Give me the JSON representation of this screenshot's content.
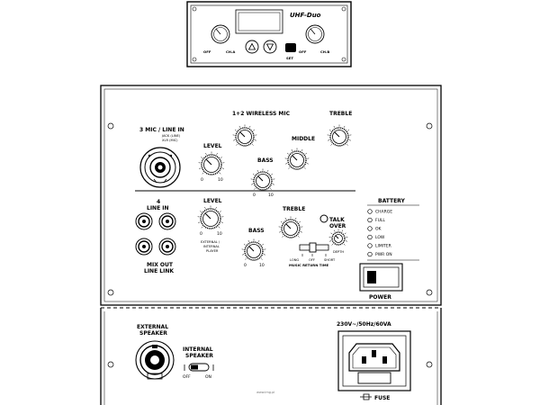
{
  "receiver": {
    "brand": "UHF-Duo",
    "ch_a_off": "OFF",
    "ch_a": "CH.A",
    "set": "SET",
    "ch_b_off": "OFF",
    "ch_b": "CH.B"
  },
  "mixer": {
    "mic_input_title": "3 MIC / LINE IN",
    "mic_input_sub1": "JACK (LINE)",
    "mic_input_sub2": "XLR (MIC)",
    "wireless_title": "1+2 WIRELESS MIC",
    "level1": "LEVEL",
    "middle": "MIDDLE",
    "treble1": "TREBLE",
    "bass1": "BASS",
    "line_in_num": "4",
    "line_in": "LINE IN",
    "level2": "LEVEL",
    "ext_int_player_1": "EXTERNAL /",
    "ext_int_player_2": "INTERNAL",
    "ext_int_player_3": "PLAYER",
    "treble2": "TREBLE",
    "bass2": "BASS",
    "talk_over_1": "TALK",
    "talk_over_2": "OVER",
    "depth": "DEPTH",
    "long": "LONG",
    "off": "OFF",
    "short": "SHORT",
    "music_return_time": "MUSIC RETURN TIME",
    "mix_out": "MIX OUT",
    "line_link": "LINE LINK",
    "battery_title": "BATTERY",
    "battery_items": [
      "CHARGE",
      "FULL",
      "OK",
      "LOW",
      "LIMITER",
      "PWR ON"
    ],
    "power": "POWER",
    "knob_min": "0",
    "knob_max": "10"
  },
  "bottom": {
    "ext_speaker_1": "EXTERNAL",
    "ext_speaker_2": "SPEAKER",
    "int_speaker_1": "INTERNAL",
    "int_speaker_2": "SPEAKER",
    "sw_off": "OFF",
    "sw_on": "ON",
    "mains_rating": "230V~/50Hz/60VA",
    "fuse": "FUSE",
    "watermark": "www.img.pl"
  }
}
